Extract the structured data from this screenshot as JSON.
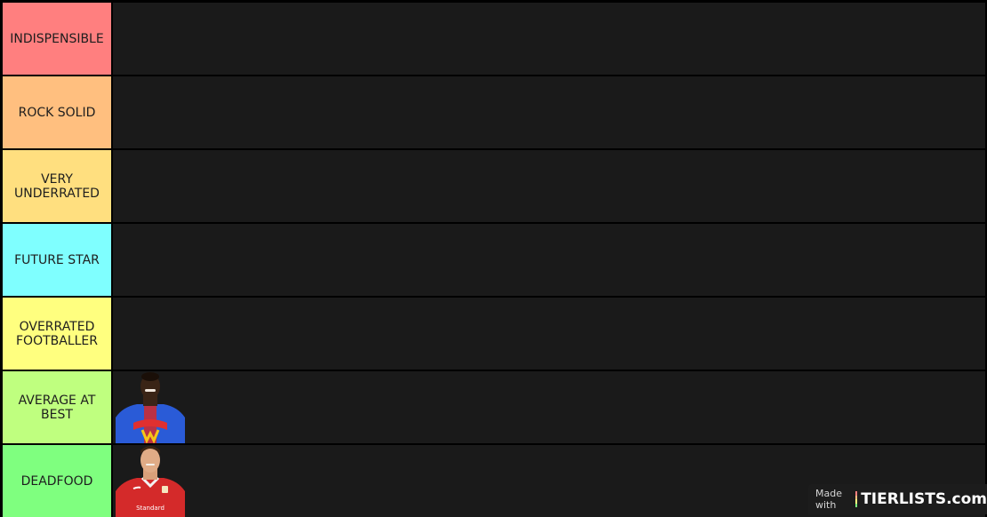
{
  "tiers": [
    {
      "label": "INDISPENSIBLE",
      "color": "#ff7f7f"
    },
    {
      "label": "ROCK SOLID",
      "color": "#ffbf7f"
    },
    {
      "label": "VERY UNDERRATED",
      "color": "#ffdf7f"
    },
    {
      "label": "FUTURE STAR",
      "color": "#7fffff"
    },
    {
      "label": "OVERRATED FOOTBALLER",
      "color": "#ffff7f"
    },
    {
      "label": "AVERAGE AT BEST",
      "color": "#bfff7f"
    },
    {
      "label": "DEADFOOD",
      "color": "#7fff7f"
    }
  ],
  "items": [
    {
      "tier": "AVERAGE AT BEST",
      "image": "player-blue-red-striped-kit",
      "kit_color": "#2a5bd7",
      "sponsor": "W"
    },
    {
      "tier": "DEADFOOD",
      "image": "player-red-kit",
      "kit_color": "#d42a2a",
      "sponsor": "Standard"
    }
  ],
  "watermark": {
    "made_with": "Made with",
    "brand": "TIERLISTS.com"
  },
  "colors": {
    "background": "#000000",
    "row_background": "#1a1a1a"
  }
}
